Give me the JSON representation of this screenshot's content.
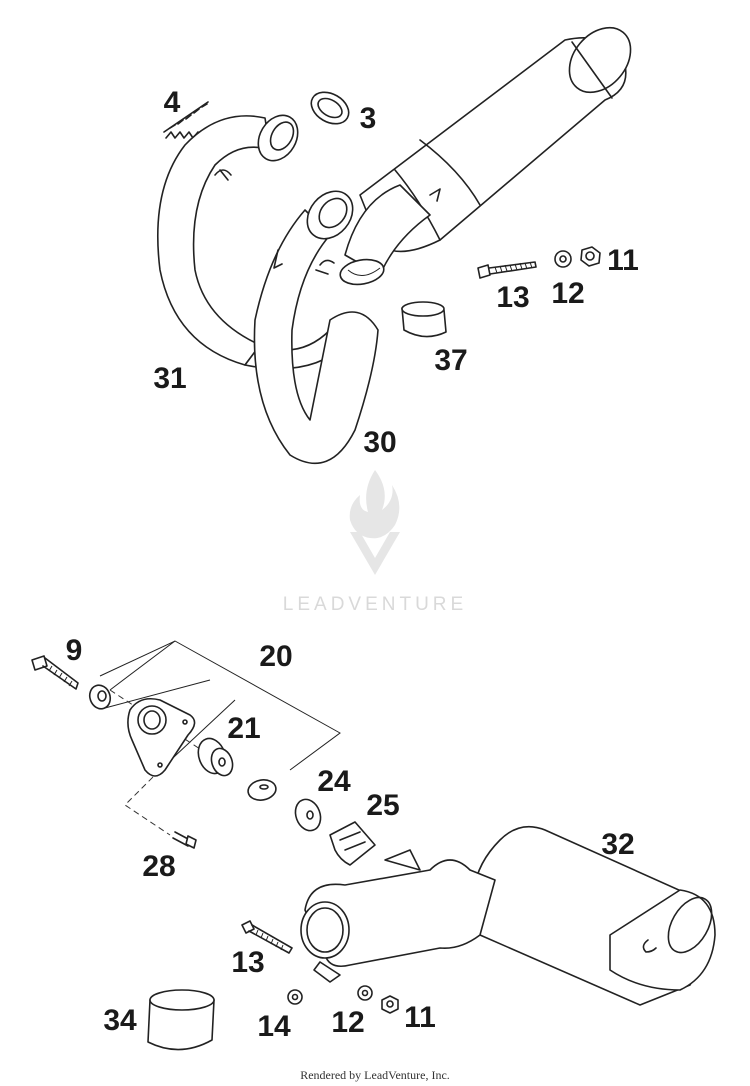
{
  "callouts": {
    "c4": "4",
    "c3": "3",
    "c11a": "11",
    "c13a": "13",
    "c12a": "12",
    "c37": "37",
    "c31": "31",
    "c30": "30",
    "c9": "9",
    "c20": "20",
    "c21": "21",
    "c24": "24",
    "c25": "25",
    "c28": "28",
    "c32": "32",
    "c13b": "13",
    "c34": "34",
    "c14": "14",
    "c12b": "12",
    "c11b": "11"
  },
  "watermark": {
    "text": "LEADVENTURE"
  },
  "footer": {
    "text": "Rendered by LeadVenture, Inc."
  }
}
